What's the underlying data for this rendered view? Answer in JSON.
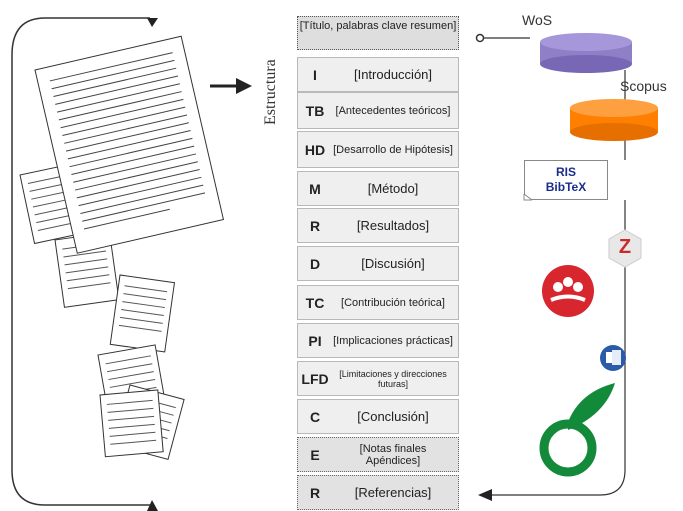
{
  "diagram": {
    "vertical_label": "Estructura",
    "top_box": "[Título, palabras clave resumen]",
    "sections": [
      {
        "abbr": "I",
        "label": "[Introducción]"
      },
      {
        "abbr": "TB",
        "label": "[Antecedentes teóricos]"
      },
      {
        "abbr": "HD",
        "label": "[Desarrollo de Hipótesis]"
      },
      {
        "abbr": "M",
        "label": "[Método]"
      },
      {
        "abbr": "R",
        "label": "[Resultados]"
      },
      {
        "abbr": "D",
        "label": "[Discusión]"
      },
      {
        "abbr": "TC",
        "label": "[Contribución teórica]"
      },
      {
        "abbr": "PI",
        "label": "[Implicaciones prácticas]"
      },
      {
        "abbr": "LFD",
        "label": "[Limitaciones y direcciones futuras]"
      },
      {
        "abbr": "C",
        "label": "[Conclusión]"
      },
      {
        "abbr": "E",
        "label": "[Notas finales Apéndices]"
      },
      {
        "abbr": "R",
        "label": "[Referencias]"
      }
    ],
    "databases": {
      "wos": "WoS",
      "scopus": "Scopus"
    },
    "formats": {
      "ris": "RIS",
      "bibtex": "BibTeX"
    },
    "tools": {
      "zotero_letter": "Z"
    },
    "colors": {
      "wos": "#8e7fc7",
      "scopus": "#ff7f00",
      "mendeley": "#d7262e",
      "word": "#2b5ba8",
      "overleaf": "#138a3a",
      "zotero": "#cc2a2a"
    },
    "icons": [
      "database-icon",
      "document-stack-icon",
      "zotero-icon",
      "mendeley-icon",
      "word-icon",
      "overleaf-icon",
      "arrow-icon"
    ]
  }
}
